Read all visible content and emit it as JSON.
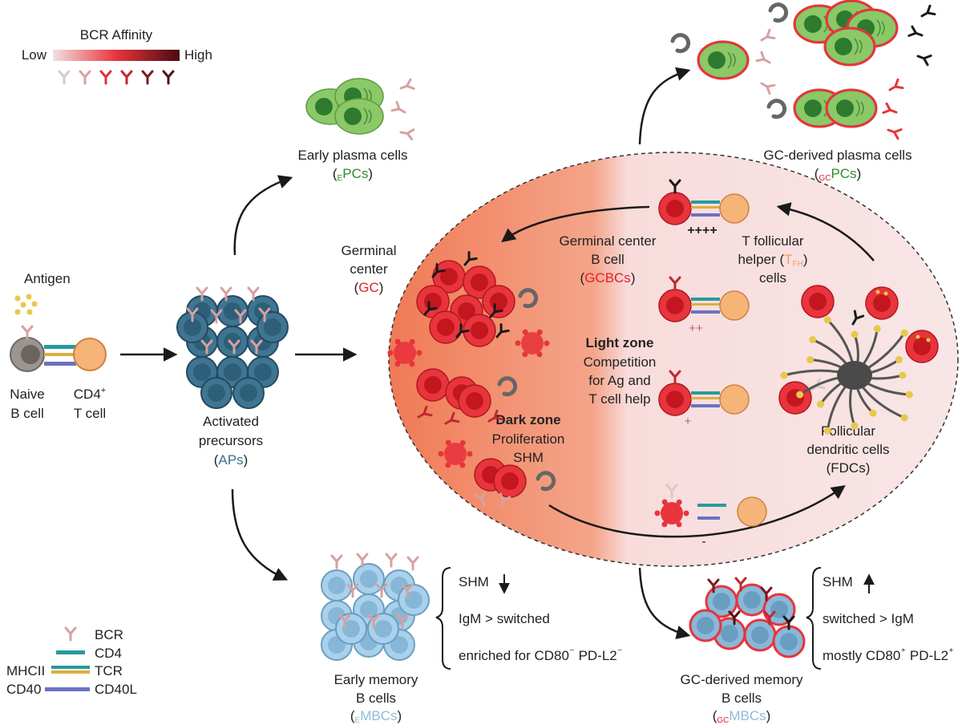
{
  "legend_affinity": {
    "title": "BCR Affinity",
    "low": "Low",
    "high": "High",
    "gradient_colors": [
      "#f2e0e0",
      "#e8343c",
      "#4a0a10"
    ],
    "antibody_colors": [
      "#d9c8c8",
      "#d9a0a0",
      "#e03038",
      "#c02830",
      "#7a1a20",
      "#4a1418"
    ]
  },
  "naive": {
    "antigen": "Antigen",
    "b_line1": "Naive",
    "b_line2": "B cell",
    "t_line1": "CD4",
    "t_sup": "+",
    "t_line2": "T cell"
  },
  "aps": {
    "line1": "Activated",
    "line2": "precursors",
    "open": "(",
    "abbr": "APs",
    "close": ")",
    "color": "#3f6e8c"
  },
  "epcs": {
    "title": "Early plasma cells",
    "open": "(",
    "sub": "E",
    "abbr": "PCs",
    "close": ")",
    "color": "#2e8b2e"
  },
  "gcpcs": {
    "title": "GC-derived plasma cells",
    "open": "(",
    "sub": "GC",
    "abbr": "PCs",
    "close": ")",
    "sub_color": "#e3202a",
    "abbr_color": "#2e8b2e"
  },
  "gc": {
    "line1": "Germinal",
    "line2": "center",
    "open": "(",
    "abbr": "GC",
    "close": ")",
    "color": "#e3202a"
  },
  "gcbc": {
    "line1": "Germinal center",
    "line2": "B cell",
    "open": "(",
    "abbr": "GCBCs",
    "close": ")",
    "color": "#e3202a"
  },
  "tfh": {
    "line1": "T follicular",
    "line2_pre": "helper (",
    "t": "T",
    "sub": "FH",
    "close": ")",
    "line3": "cells",
    "color": "#f0a060"
  },
  "light_zone": {
    "title": "Light zone",
    "line1": "Competition",
    "line2": "for Ag and",
    "line3": "T cell help"
  },
  "dark_zone": {
    "title": "Dark zone",
    "line1": "Proliferation",
    "line2": "SHM"
  },
  "fdc": {
    "line1": "Follicular",
    "line2": "dendritic cells",
    "line3": "(FDCs)"
  },
  "help_signs": [
    "++++",
    "++",
    "+",
    "-"
  ],
  "embcs": {
    "line1": "Early memory",
    "line2": "B cells",
    "open": "(",
    "sub": "E",
    "abbr": "MBCs",
    "close": ")",
    "color": "#8fbcd8",
    "traits": [
      "SHM",
      "IgM > switched",
      "enriched for CD80",
      "⁻",
      " PD-L2",
      "⁻"
    ]
  },
  "gcmbcs": {
    "line1": "GC-derived memory",
    "line2": "B cells",
    "open": "(",
    "sub": "GC",
    "abbr": "MBCs",
    "close": ")",
    "sub_color": "#e3202a",
    "abbr_color": "#8fbcd8",
    "traits": [
      "SHM",
      "switched > IgM",
      "mostly CD80",
      "⁺",
      " PD-L2",
      "⁺"
    ]
  },
  "key": {
    "bcr": "BCR",
    "cd4": "CD4",
    "mhcii": "MHCII",
    "tcr": "TCR",
    "cd40": "CD40",
    "cd40l": "CD40L"
  }
}
